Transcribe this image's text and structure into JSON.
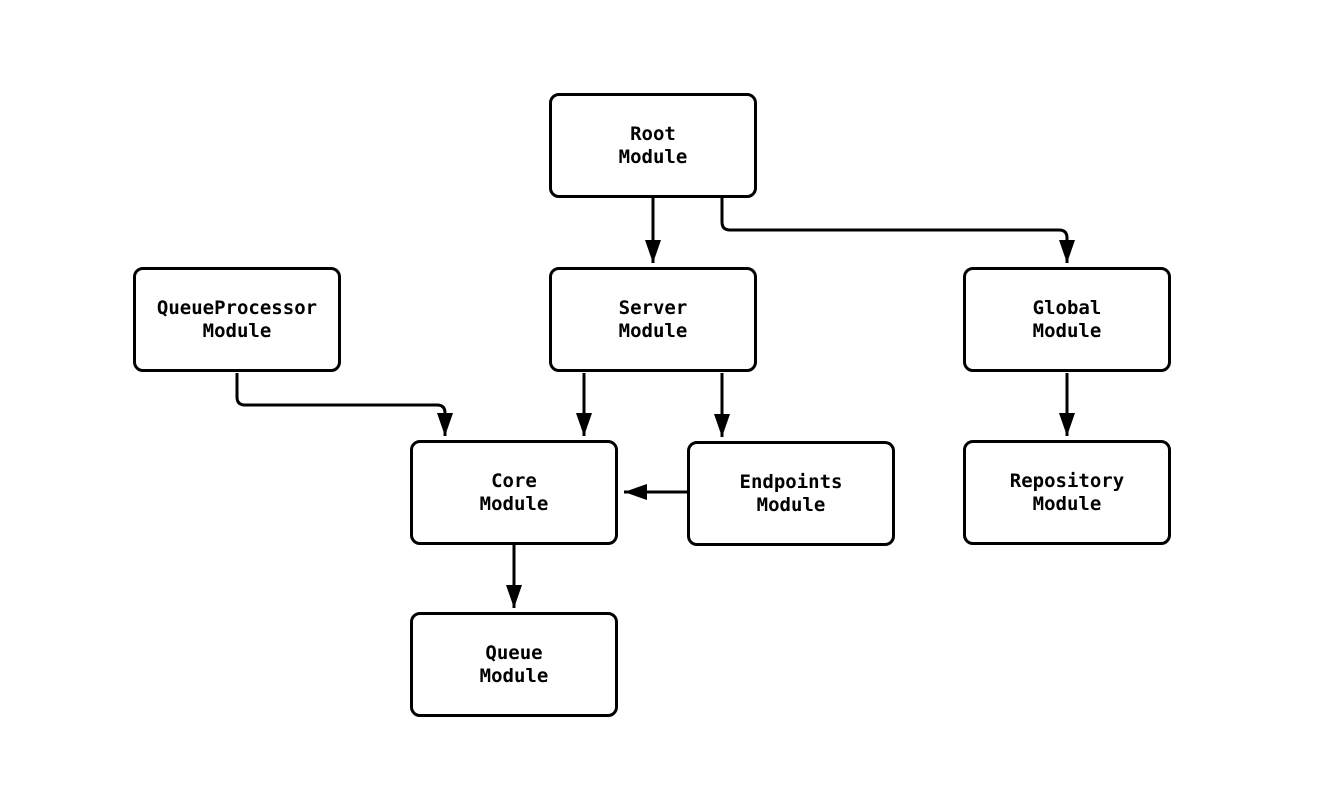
{
  "diagram": {
    "type": "module-dependency-flowchart",
    "colors": {
      "background": "#ffffff",
      "node_fill": "#ffffff",
      "node_border": "#000000",
      "edge_stroke": "#000000",
      "text": "#000000"
    },
    "nodes": [
      {
        "id": "root",
        "label": "Root\nModule"
      },
      {
        "id": "queueprocessor",
        "label": "QueueProcessor\nModule"
      },
      {
        "id": "server",
        "label": "Server\nModule"
      },
      {
        "id": "global",
        "label": "Global\nModule"
      },
      {
        "id": "core",
        "label": "Core\nModule"
      },
      {
        "id": "endpoints",
        "label": "Endpoints\nModule"
      },
      {
        "id": "repository",
        "label": "Repository\nModule"
      },
      {
        "id": "queue",
        "label": "Queue\nModule"
      }
    ],
    "edges": [
      {
        "from": "Root Module",
        "to": "Server Module"
      },
      {
        "from": "Root Module",
        "to": "Global Module"
      },
      {
        "from": "QueueProcessor Module",
        "to": "Core Module"
      },
      {
        "from": "Server Module",
        "to": "Core Module"
      },
      {
        "from": "Server Module",
        "to": "Endpoints Module"
      },
      {
        "from": "Endpoints Module",
        "to": "Core Module"
      },
      {
        "from": "Global Module",
        "to": "Repository Module"
      },
      {
        "from": "Core Module",
        "to": "Queue Module"
      }
    ]
  }
}
